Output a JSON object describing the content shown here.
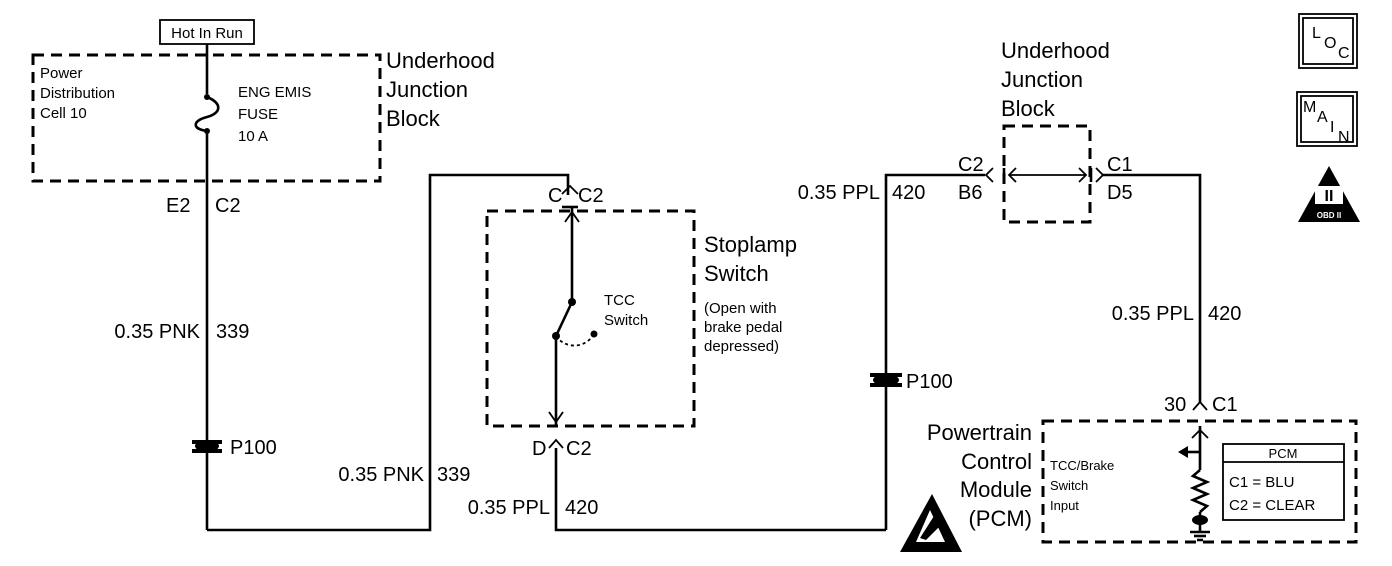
{
  "colors": {
    "ink": "#000000",
    "paper": "#ffffff"
  },
  "hot_label": "Hot In Run",
  "left_block": {
    "lines": [
      "Power",
      "Distribution",
      "Cell 10"
    ],
    "fuse_lines": [
      "ENG EMIS",
      "FUSE",
      "10 A"
    ],
    "name_lines": [
      "Underhood",
      "Junction",
      "Block"
    ],
    "terminal": "E2",
    "connector": "C2"
  },
  "wire_pnk_upper": {
    "size_color": "0.35 PNK",
    "circuit": "339"
  },
  "wire_pnk_lower": {
    "size_color": "0.35 PNK",
    "circuit": "339"
  },
  "splice_left": "P100",
  "splice_right": "P100",
  "stoplamp": {
    "name_lines": [
      "Stoplamp",
      "Switch"
    ],
    "note_lines": [
      "(Open with",
      "brake pedal",
      "depressed)"
    ],
    "tcc_lines": [
      "TCC",
      "Switch"
    ],
    "top_terminal": "C",
    "top_connector": "C2",
    "bottom_terminal": "D",
    "bottom_connector": "C2"
  },
  "wire_ppl_bottom": {
    "size_color": "0.35 PPL",
    "circuit": "420"
  },
  "wire_ppl_mid": {
    "size_color": "0.35 PPL",
    "circuit": "420"
  },
  "wire_ppl_right": {
    "size_color": "0.35 PPL",
    "circuit": "420"
  },
  "right_block": {
    "name_lines": [
      "Underhood",
      "Junction",
      "Block"
    ],
    "left_connector": "C2",
    "left_terminal": "B6",
    "right_connector": "C1",
    "right_terminal": "D5"
  },
  "pcm": {
    "name_lines": [
      "Powertrain",
      "Control",
      "Module",
      "(PCM)"
    ],
    "input_lines": [
      "TCC/Brake",
      "Switch",
      "Input"
    ],
    "terminal": "30",
    "connector": "C1",
    "legend_title": "PCM",
    "legend_lines": [
      "C1 = BLU",
      "C2 = CLEAR"
    ]
  },
  "icons": [
    {
      "name": "loc-icon",
      "text": "LOC"
    },
    {
      "name": "main-icon",
      "text": "MAIN"
    },
    {
      "name": "obd2-icon",
      "numeral": "II",
      "text": "OBD II"
    }
  ]
}
